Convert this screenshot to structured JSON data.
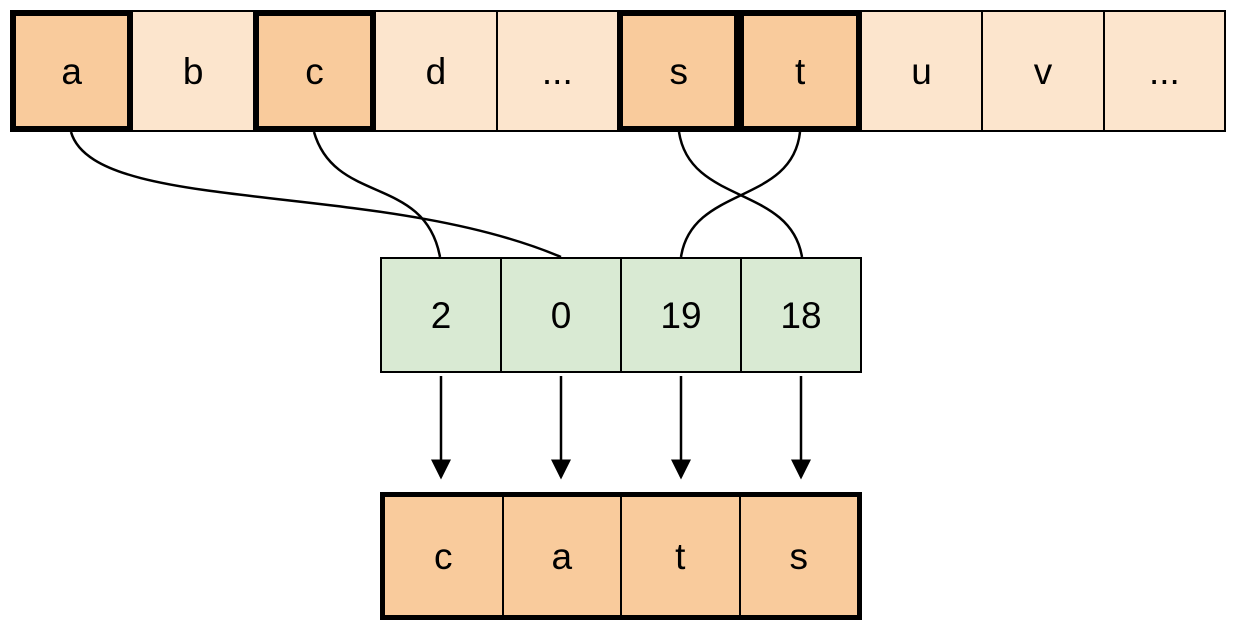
{
  "diagram": {
    "alphabet_row": {
      "cells": [
        {
          "label": "a",
          "highlighted": true
        },
        {
          "label": "b",
          "highlighted": false
        },
        {
          "label": "c",
          "highlighted": true
        },
        {
          "label": "d",
          "highlighted": false
        },
        {
          "label": "...",
          "highlighted": false
        },
        {
          "label": "s",
          "highlighted": true
        },
        {
          "label": "t",
          "highlighted": true
        },
        {
          "label": "u",
          "highlighted": false
        },
        {
          "label": "v",
          "highlighted": false
        },
        {
          "label": "...",
          "highlighted": false
        }
      ]
    },
    "index_row": {
      "cells": [
        {
          "value": "2"
        },
        {
          "value": "0"
        },
        {
          "value": "19"
        },
        {
          "value": "18"
        }
      ]
    },
    "word_row": {
      "word": "cats",
      "cells": [
        {
          "letter": "c"
        },
        {
          "letter": "a"
        },
        {
          "letter": "t"
        },
        {
          "letter": "s"
        }
      ]
    },
    "connections": [
      {
        "from_letter": "a",
        "to_index_value": "0"
      },
      {
        "from_letter": "c",
        "to_index_value": "2"
      },
      {
        "from_letter": "s",
        "to_index_value": "18"
      },
      {
        "from_letter": "t",
        "to_index_value": "19"
      }
    ],
    "colors": {
      "cell_light": "#fce5cd",
      "cell_highlight": "#f9cb9c",
      "cell_index": "#d9ead3",
      "border": "#000000"
    }
  }
}
